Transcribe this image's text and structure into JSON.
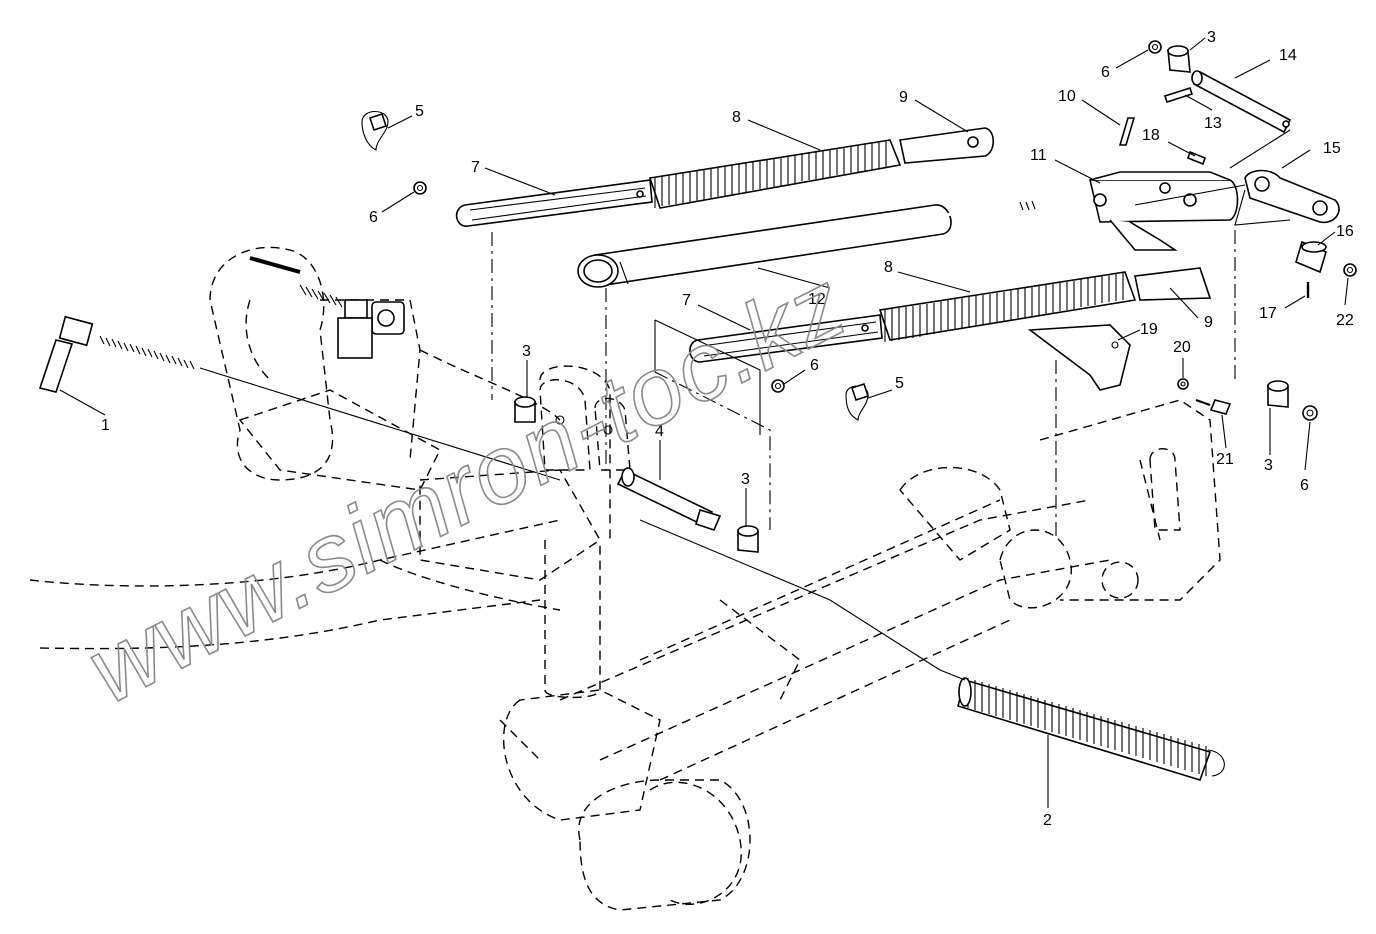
{
  "diagram": {
    "watermark": "www.simron-toc.kz",
    "callouts": {
      "c1": "1",
      "c2": "2",
      "c3a": "3",
      "c3b": "3",
      "c3c": "3",
      "c3d": "3",
      "c4": "4",
      "c5a": "5",
      "c5b": "5",
      "c6a": "6",
      "c6b": "6",
      "c6c": "6",
      "c6d": "6",
      "c7a": "7",
      "c7b": "7",
      "c8a": "8",
      "c8b": "8",
      "c9a": "9",
      "c9b": "9",
      "c10": "10",
      "c11": "11",
      "c12": "12",
      "c13": "13",
      "c14": "14",
      "c15": "15",
      "c16": "16",
      "c17": "17",
      "c18": "18",
      "c19": "19",
      "c20": "20",
      "c21": "21",
      "c22": "22"
    }
  }
}
